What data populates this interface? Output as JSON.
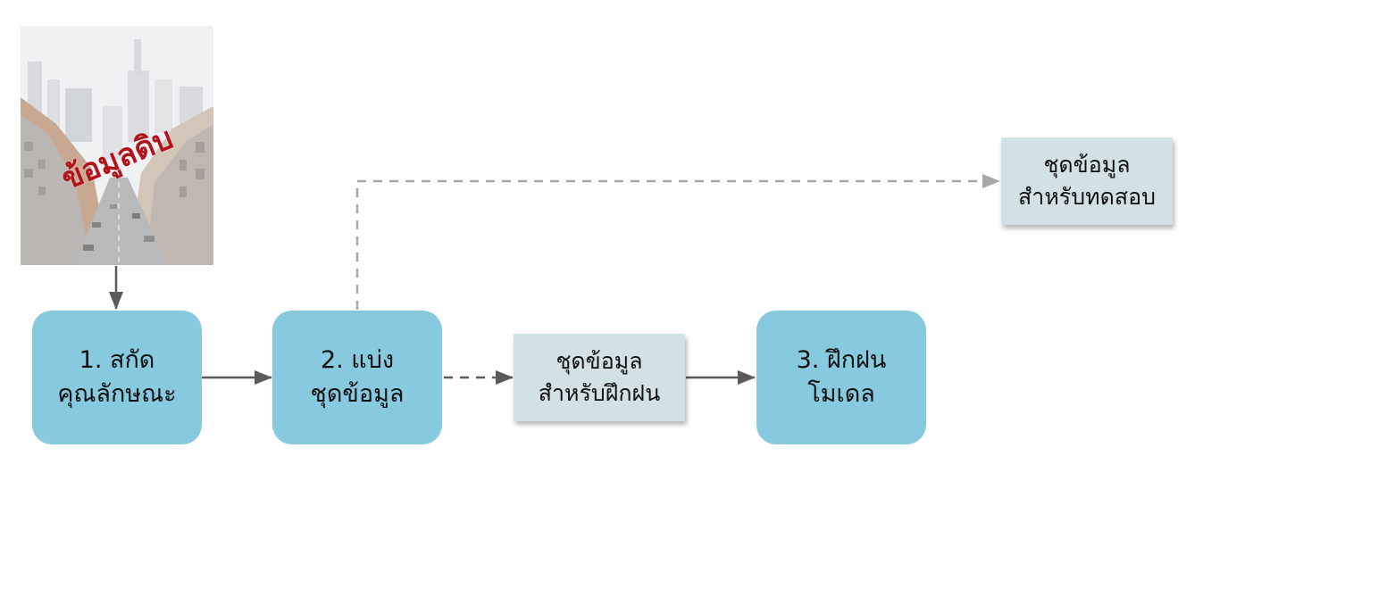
{
  "raw_data": {
    "stamp_text": "ข้อมูลดิบ",
    "stamp_color": "#b3121b"
  },
  "steps": [
    {
      "line1": "1. สกัด",
      "line2": "คุณลักษณะ"
    },
    {
      "line1": "2. แบ่ง",
      "line2": "ชุดข้อมูล"
    },
    {
      "line1": "3. ฝึกฝน",
      "line2": "โมเดล"
    }
  ],
  "datasets": {
    "train": {
      "line1": "ชุดข้อมูล",
      "line2": "สำหรับฝึกฝน"
    },
    "test": {
      "line1": "ชุดข้อมูล",
      "line2": "สำหรับทดสอบ"
    }
  },
  "colors": {
    "step_fill": "#87c9de",
    "dataset_fill": "#d2e1e5",
    "solid_arrow": "#5a5a5a",
    "dashed_arrow": "#a0a0a0"
  }
}
